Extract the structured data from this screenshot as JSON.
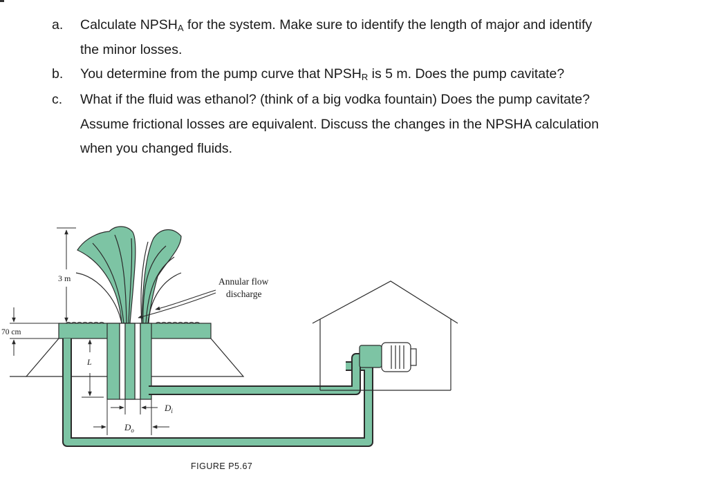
{
  "questions": [
    {
      "marker": "a.",
      "line1_pre": "Calculate NPSH",
      "line1_sub": "A",
      "line1_post": " for the system. Make sure to identify the length of major and identify",
      "line2": "the minor losses."
    },
    {
      "marker": "b.",
      "line1_pre": "You determine from the pump curve that NPSH",
      "line1_sub": "R",
      "line1_post": " is 5 m. Does the pump cavitate?"
    },
    {
      "marker": "c.",
      "line1": "What if the fluid was ethanol? (think of a big vodka fountain) Does the pump cavitate?",
      "line2": "Assume frictional losses are equivalent. Discuss the changes in the NPSHA calculation",
      "line3": "when you changed fluids."
    }
  ],
  "figure": {
    "label_3m": "3 m",
    "label_70cm": "70 cm",
    "label_L": "L",
    "label_Di": "D",
    "label_Di_sub": "i",
    "label_Do": "D",
    "label_Do_sub": "o",
    "annotation_line1": "Annular flow",
    "annotation_line2": "discharge",
    "caption": "FIGURE P5.67",
    "colors": {
      "water": "#7dc4a4",
      "water_dark": "#3f8a68",
      "outline": "#2a2a2a"
    }
  }
}
